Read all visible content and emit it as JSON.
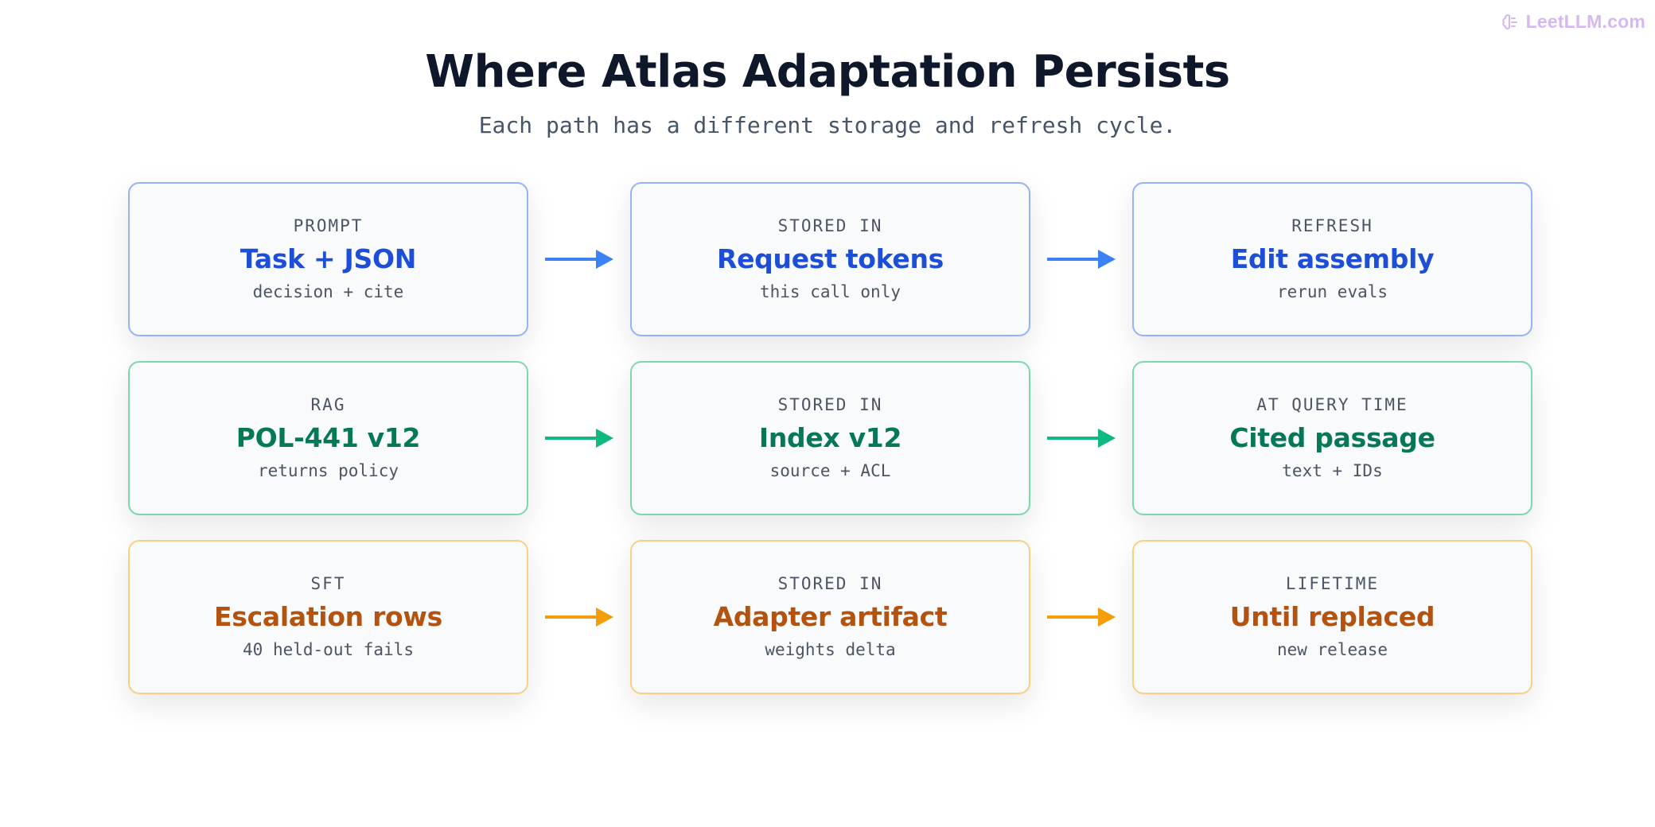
{
  "brand": {
    "name": "LeetLLM.com",
    "color": "#d5b8f3"
  },
  "title": "Where Atlas Adaptation Persists",
  "subtitle": "Each path has a different storage and refresh cycle.",
  "rows": [
    {
      "color": "#3b82f6",
      "cards": [
        {
          "kicker": "PROMPT",
          "headline": "Task + JSON",
          "detail": "decision + cite"
        },
        {
          "kicker": "STORED IN",
          "headline": "Request tokens",
          "detail": "this call only"
        },
        {
          "kicker": "REFRESH",
          "headline": "Edit assembly",
          "detail": "rerun evals"
        }
      ]
    },
    {
      "color": "#10b981",
      "cards": [
        {
          "kicker": "RAG",
          "headline": "POL-441 v12",
          "detail": "returns policy"
        },
        {
          "kicker": "STORED IN",
          "headline": "Index v12",
          "detail": "source + ACL"
        },
        {
          "kicker": "AT QUERY TIME",
          "headline": "Cited passage",
          "detail": "text + IDs"
        }
      ]
    },
    {
      "color": "#f59e0b",
      "cards": [
        {
          "kicker": "SFT",
          "headline": "Escalation rows",
          "detail": "40 held-out fails"
        },
        {
          "kicker": "STORED IN",
          "headline": "Adapter artifact",
          "detail": "weights delta"
        },
        {
          "kicker": "LIFETIME",
          "headline": "Until replaced",
          "detail": "new release"
        }
      ]
    }
  ]
}
